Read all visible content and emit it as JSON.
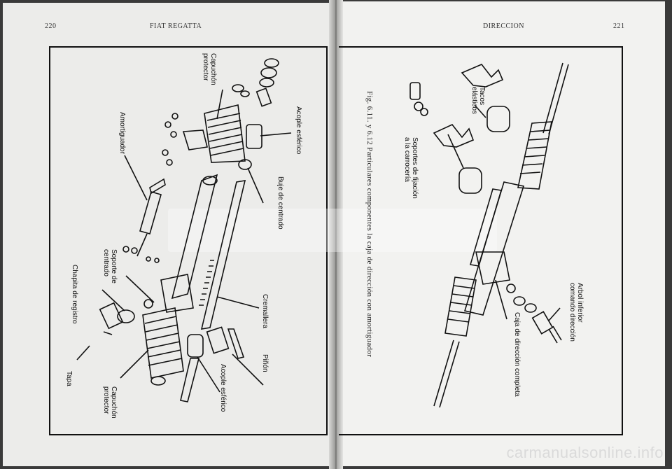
{
  "left_page": {
    "page_number": "220",
    "running_head": "FIAT REGATTA",
    "labels": {
      "acople_sup": "Acople esférico",
      "capuchon_sup": "Capuchón\nprotector",
      "amortiguador": "Amortiguador",
      "buje": "Buje de centrado",
      "soporte": "Soporte de\ncentrado",
      "chapita": "Chapita de registro",
      "cremallera": "Cremallera",
      "pinon": "Piñón",
      "acople_inf": "Acople esférico",
      "capuchon_inf": "Capuchón\nprotector",
      "tapa": "Tapa"
    }
  },
  "right_page": {
    "page_number": "221",
    "running_head": "DIRECCION",
    "labels": {
      "tacos": "Tacos\nelásticos",
      "soportes": "Soportes de fijación\na la carrocería",
      "arbol": "Arbol inferior\ncomando dirección",
      "caja": "Caja de dirección completa"
    },
    "caption": "Fig. 6.11. y 6.12 Particulares componentes la caja de dirección con amortiguador"
  },
  "watermark": "carmanualsonline.info"
}
